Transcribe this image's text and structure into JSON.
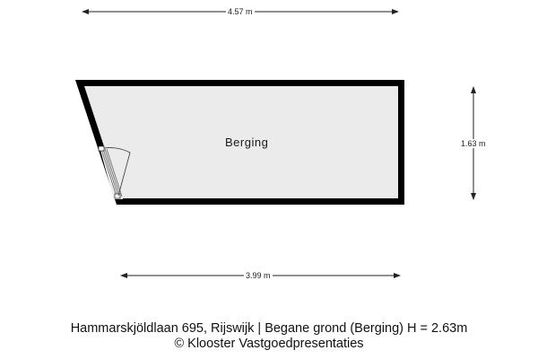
{
  "floorplan": {
    "room_name": "Berging",
    "dimensions": {
      "top_width": "4.57 m",
      "bottom_width": "3.99 m",
      "right_height": "1.63 m"
    }
  },
  "footer": {
    "line1": "Hammarskjöldlaan 695, Rijswijk  |  Begane grond (Berging) H = 2.63m",
    "line2": "© Klooster Vastgoedpresentaties"
  },
  "colors": {
    "wall": "#000000",
    "floor": "#ebebeb",
    "dimension_line": "#222222"
  }
}
